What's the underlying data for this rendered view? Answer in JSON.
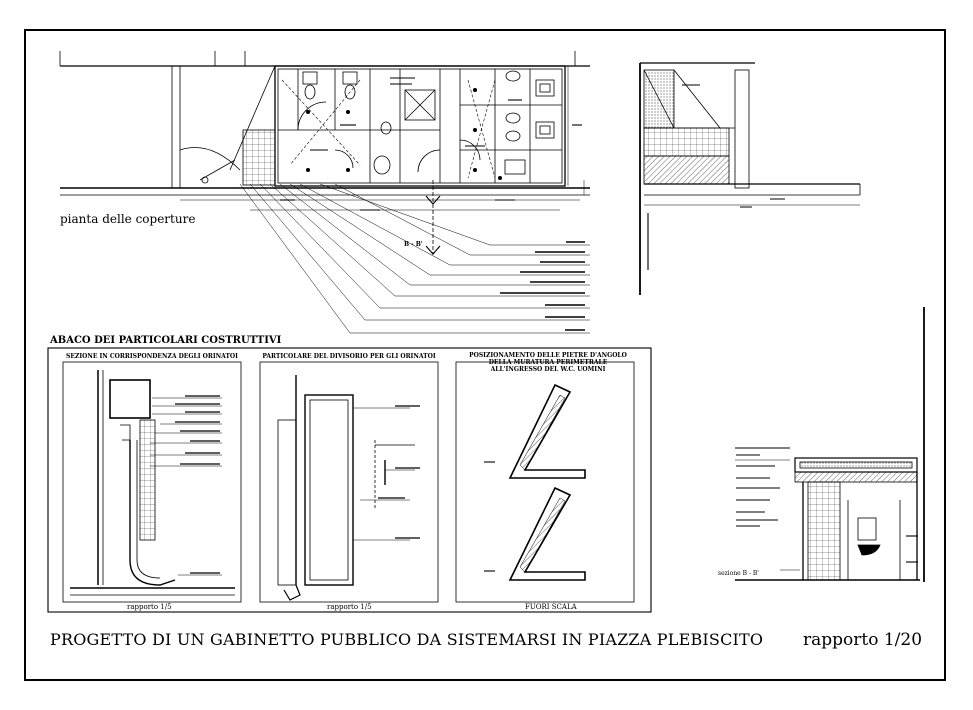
{
  "plan": {
    "title": "pianta delle coperture",
    "section_mark": "B - B'"
  },
  "abaco": {
    "title": "ABACO DEI PARTICOLARI COSTRUTTIVI",
    "panels": [
      {
        "caption": "SEZIONE IN CORRISPONDENZA DEGLI ORINATOI",
        "scale": "rapporto 1/5"
      },
      {
        "caption": "PARTICOLARE DEL DIVISORIO PER GLI ORINATOI",
        "scale": "rapporto 1/5"
      },
      {
        "caption": "POSIZIONAMENTO DELLE PIETRE D'ANGOLO DELLA MURATURA PERIMETRALE ALL'INGRESSO DEL W.C. UOMINI",
        "scale": "FUORI SCALA"
      }
    ]
  },
  "section": {
    "label": "sezione B - B'"
  },
  "footer": {
    "title": "PROGETTO DI UN GABINETTO PUBBLICO DA SISTEMARSI IN PIAZZA PLEBISCITO",
    "scale": "rapporto 1/20"
  },
  "colors": {
    "ink": "#000000",
    "paper": "#ffffff"
  }
}
